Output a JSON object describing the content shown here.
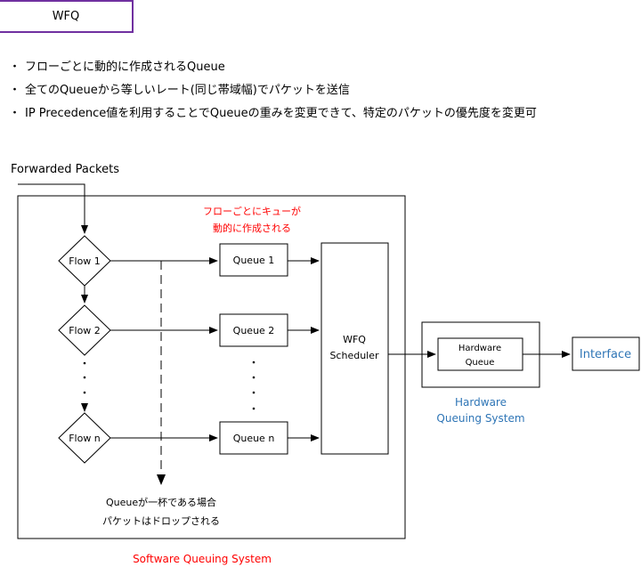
{
  "title": "WFQ",
  "bullets": [
    "フローごとに動的に作成されるQueue",
    "全てのQueueから等しいレート(同じ帯域幅)でパケットを送信",
    "IP Precedence値を利用することでQueueの重みを変更できて、特定のパケットの優先度を変更可"
  ],
  "bullet_marker": "・",
  "diagram": {
    "input_label": "Forwarded Packets",
    "flow_note": [
      "フローごとにキューが",
      "動的に作成される"
    ],
    "flows": [
      "Flow 1",
      "Flow 2",
      "Flow n"
    ],
    "queues": [
      "Queue 1",
      "Queue 2",
      "Queue n"
    ],
    "scheduler": [
      "WFQ",
      "Scheduler"
    ],
    "drop_note": [
      "Queueが一杯である場合",
      "パケットはドロップされる"
    ],
    "software_system_label": "Software Queuing System",
    "hardware_queue": [
      "Hardware",
      "Queue"
    ],
    "hardware_system_label": [
      "Hardware",
      "Queuing System"
    ],
    "interface_label": "Interface",
    "colors": {
      "red_note": "#ff0000",
      "blue_label": "#2e75b6",
      "title_border": "#7030a0"
    }
  }
}
